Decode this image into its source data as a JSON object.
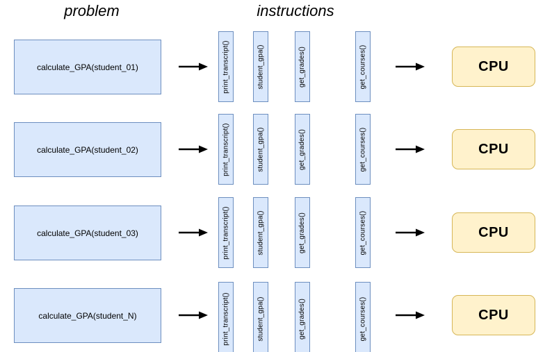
{
  "headers": {
    "problem": "problem",
    "instructions": "instructions"
  },
  "cpu_label": "CPU",
  "instructions": [
    "print_transcript()",
    "student_gpa()",
    "get_grades()",
    "get_courses()"
  ],
  "rows": [
    {
      "problem": "calculate_GPA(student_01)"
    },
    {
      "problem": "calculate_GPA(student_02)"
    },
    {
      "problem": "calculate_GPA(student_03)"
    },
    {
      "problem": "calculate_GPA(student_N)"
    }
  ],
  "colors": {
    "background": "#ffffff",
    "text_color": "#000000",
    "blue_fill": "#dae8fc",
    "blue_border": "#6c8ebf",
    "cpu_fill": "#fff2cc",
    "cpu_border": "#d6b656",
    "arrow_color": "#000000"
  }
}
